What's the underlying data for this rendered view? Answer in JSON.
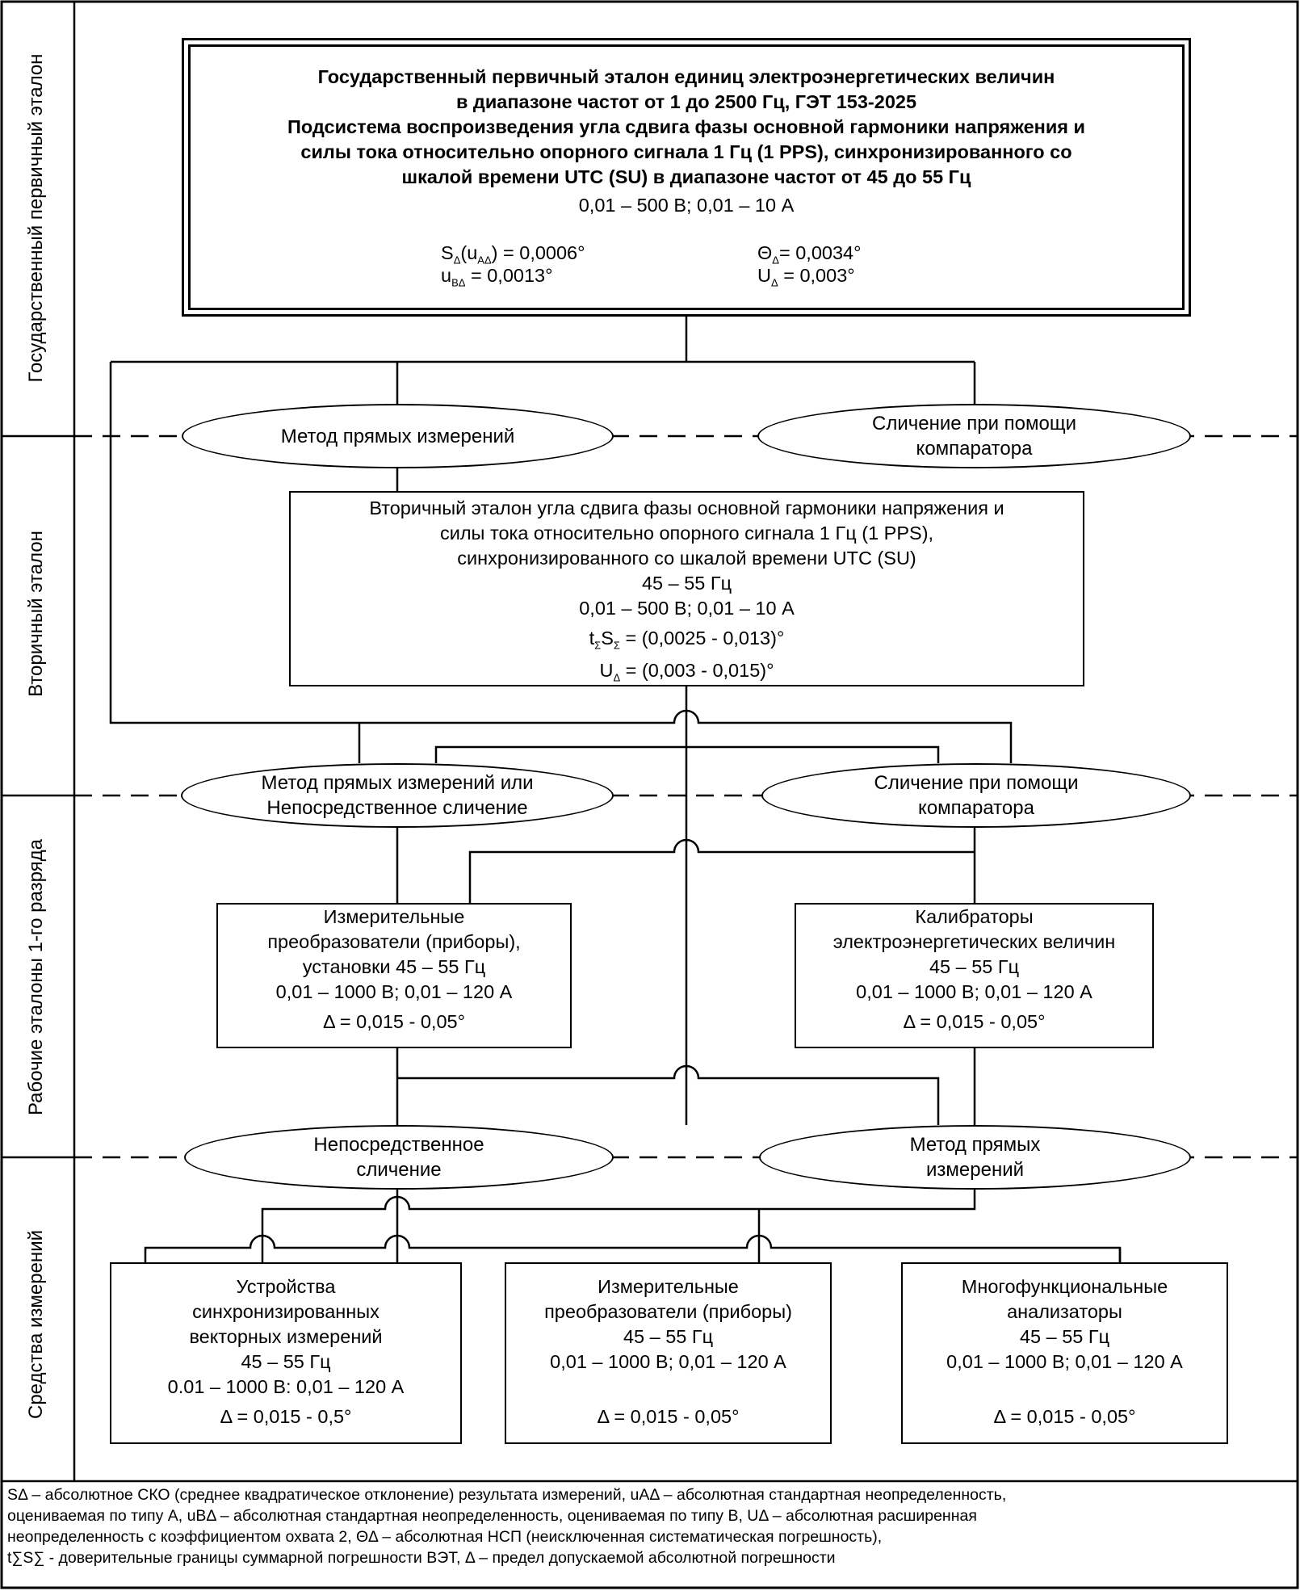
{
  "levels": {
    "primary": "Государственный первичный эталон",
    "secondary": "Вторичный эталон",
    "working": "Рабочие эталоны 1-го разряда",
    "instruments": "Средства измерений"
  },
  "primary_box": {
    "title_lines": [
      "Государственный первичный эталон единиц электроэнергетических величин",
      "в диапазоне частот от 1 до 2500 Гц, ГЭТ 153-2025",
      "Подсистема воспроизведения угла сдвига фазы основной гармоники напряжения и",
      "силы тока относительно опорного сигнала 1 Гц (1 PPS), синхронизированного со",
      "шкалой времени UTC (SU) в диапазоне частот от 45 до 55 Гц"
    ],
    "range": "0,01 – 500 В; 0,01 – 10 А",
    "param_s": "S",
    "param_s_sub": "Δ",
    "param_s_rest": "(u",
    "param_s_sub2": "AΔ",
    "param_s_value": ") = 0,0006°",
    "param_ub": "u",
    "param_ub_sub": "BΔ",
    "param_ub_value": " = 0,0013°",
    "param_theta": "Θ",
    "param_theta_sub": "Δ",
    "param_theta_value": "= 0,0034°",
    "param_U": "U",
    "param_U_sub": "Δ",
    "param_U_value": " = 0,003°"
  },
  "methods": {
    "direct_1": [
      "Метод прямых измерений"
    ],
    "comparator_1": [
      "Сличение при помощи",
      "компаратора"
    ],
    "direct_2": [
      "Метод прямых измерений или",
      "Непосредственное сличение"
    ],
    "comparator_2": [
      "Сличение при помощи",
      "компаратора"
    ],
    "direct_comp_3": [
      "Непосредственное",
      "сличение"
    ],
    "direct_3": [
      "Метод прямых",
      "измерений"
    ]
  },
  "secondary_box": {
    "lines": [
      "Вторичный эталон угла сдвига фазы основной гармоники напряжения и",
      "силы тока относительно опорного сигнала  1 Гц (1 PPS),",
      "синхронизированного со шкалой времени UTC (SU)",
      "45 – 55 Гц",
      "0,01 – 500 В; 0,01 – 10 А"
    ],
    "t_label": "t",
    "t_sub": "Σ",
    "s_label": "S",
    "s_sub": "Σ",
    "t_value": " = (0,0025 - 0,013)°",
    "u_label": "U",
    "u_sub": "Δ",
    "u_value": "  = (0,003 - 0,015)°"
  },
  "working_boxes": [
    {
      "lines": [
        "Измерительные",
        "преобразователи (приборы),",
        "установки 45 – 55 Гц",
        "0,01 – 1000 В; 0,01 – 120 А"
      ],
      "accuracy": "Δ = 0,015 - 0,05°"
    },
    {
      "lines": [
        "Калибраторы",
        "электроэнергетических величин",
        "45 – 55 Гц",
        "0,01 – 1000 В; 0,01 – 120 А"
      ],
      "accuracy": "Δ = 0,015 - 0,05°"
    }
  ],
  "instrument_boxes": [
    {
      "lines": [
        "Устройства",
        "синхронизированных",
        "векторных измерений",
        "45 – 55 Гц",
        "0.01 – 1000 В: 0,01 – 120 А"
      ],
      "accuracy": "Δ = 0,015 - 0,5°"
    },
    {
      "lines": [
        "Измерительные",
        "преобразователи (приборы)",
        "45 – 55 Гц",
        "0,01 – 1000 В; 0,01 – 120 А"
      ],
      "accuracy": "Δ = 0,015 - 0,05°"
    },
    {
      "lines": [
        "Многофункциональные",
        "анализаторы",
        "45 – 55 Гц",
        "0,01 – 1000 В; 0,01 – 120 А"
      ],
      "accuracy": "Δ = 0,015 - 0,05°"
    }
  ],
  "legend": {
    "lines": [
      "SΔ – абсолютное СКО (среднее квадратическое отклонение) результата измерений, uAΔ – абсолютная стандартная неопределенность,",
      "оцениваемая по типу А, uBΔ – абсолютная стандартная неопределенность, оцениваемая по типу В, UΔ – абсолютная расширенная",
      "неопределенность с коэффициентом охвата 2, ΘΔ – абсолютная НСП (неисключенная систематическая погрешность),",
      "t∑S∑ - доверительные границы суммарной погрешности ВЭТ, Δ – предел допускаемой абсолютной погрешности"
    ]
  }
}
